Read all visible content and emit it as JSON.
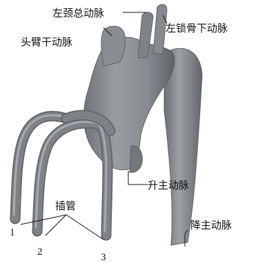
{
  "labels": {
    "left_common_carotid": "左颈总动脉",
    "left_subclavian": "左锁骨下动脉",
    "brachiocephalic_trunk": "头臂干动脉",
    "ascending_aorta": "升主动脉",
    "descending_aorta": "降主动脉",
    "cannula": "插管",
    "cannula_1": "1",
    "cannula_2": "2",
    "cannula_3": "3"
  },
  "colors": {
    "vessel": "#7e8287",
    "vessel_highlight": "#a7aaae",
    "vessel_shadow": "#5c6065",
    "text": "#111111"
  }
}
